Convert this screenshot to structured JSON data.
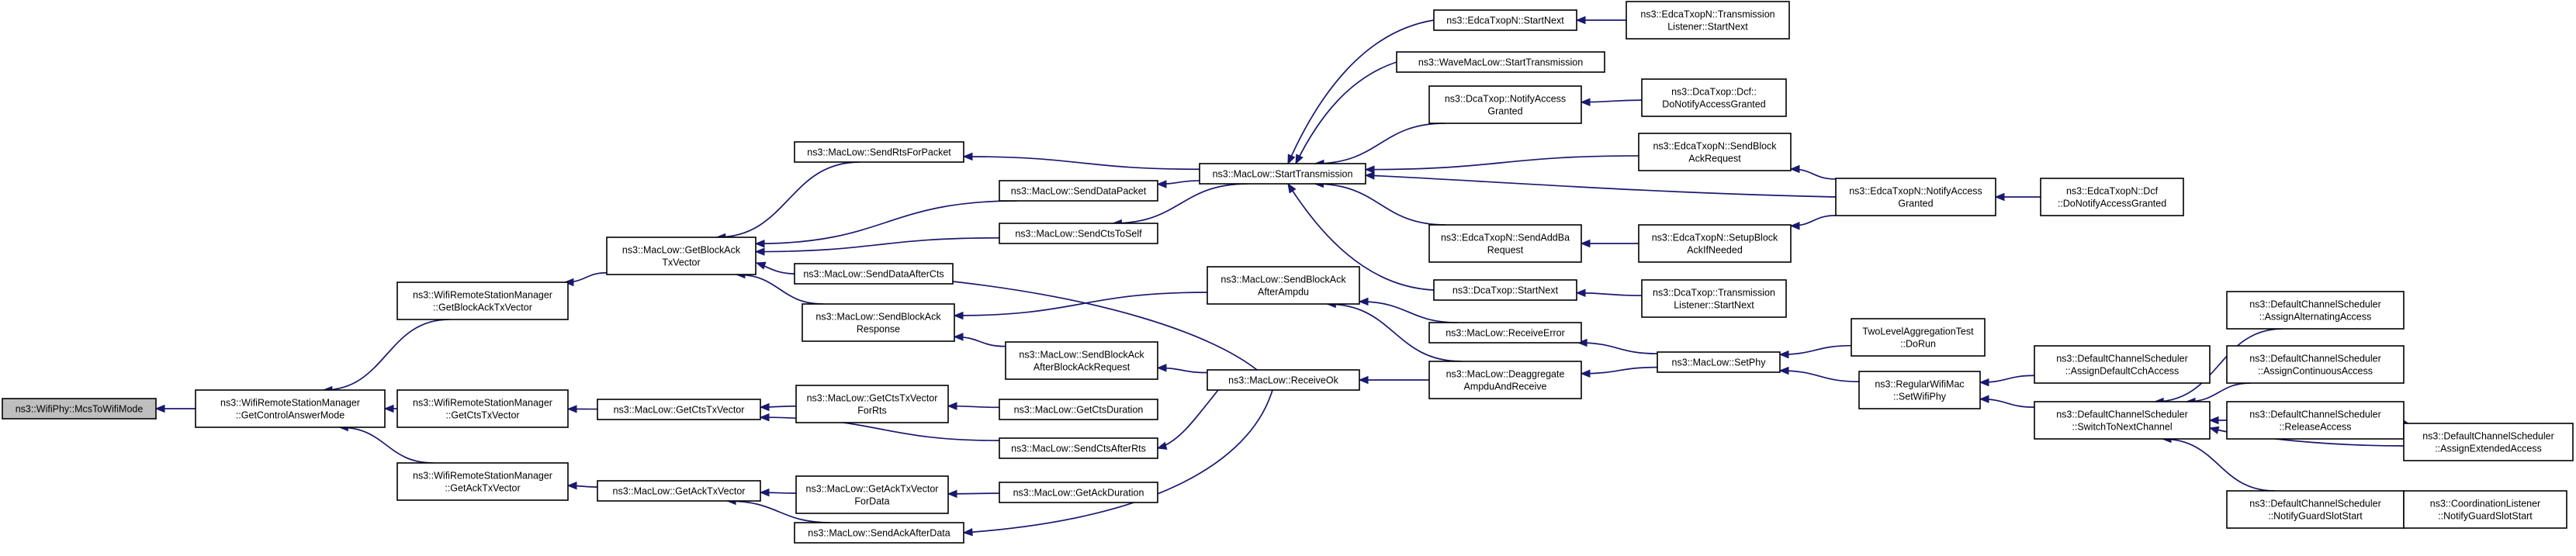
{
  "nodes": [
    {
      "id": "mcs",
      "lines": [
        "ns3::WifiPhy::McsToWifiMode"
      ],
      "root": true
    },
    {
      "id": "getctrl",
      "lines": [
        "ns3::WifiRemoteStationManager",
        "::GetControlAnswerMode"
      ]
    },
    {
      "id": "wrsm_blockack",
      "lines": [
        "ns3::WifiRemoteStationManager",
        "::GetBlockAckTxVector"
      ]
    },
    {
      "id": "wrsm_cts",
      "lines": [
        "ns3::WifiRemoteStationManager",
        "::GetCtsTxVector"
      ]
    },
    {
      "id": "wrsm_ack",
      "lines": [
        "ns3::WifiRemoteStationManager",
        "::GetAckTxVector"
      ]
    },
    {
      "id": "ml_getblockack",
      "lines": [
        "ns3::MacLow::GetBlockAck",
        "TxVector"
      ]
    },
    {
      "id": "ml_getcts",
      "lines": [
        "ns3::MacLow::GetCtsTxVector"
      ]
    },
    {
      "id": "ml_getack",
      "lines": [
        "ns3::MacLow::GetAckTxVector"
      ]
    },
    {
      "id": "ml_sendrts",
      "lines": [
        "ns3::MacLow::SendRtsForPacket"
      ]
    },
    {
      "id": "ml_senddatapacket",
      "lines": [
        "ns3::MacLow::SendDataPacket"
      ]
    },
    {
      "id": "ml_sendcts",
      "lines": [
        "ns3::MacLow::SendCtsToSelf"
      ]
    },
    {
      "id": "ml_senddataaftercts",
      "lines": [
        "ns3::MacLow::SendDataAfterCts"
      ]
    },
    {
      "id": "ml_sendblockackresp",
      "lines": [
        "ns3::MacLow::SendBlockAck",
        "Response"
      ]
    },
    {
      "id": "ml_getctsvecforrts",
      "lines": [
        "ns3::MacLow::GetCtsTxVector",
        "ForRts"
      ]
    },
    {
      "id": "ml_getctsduration",
      "lines": [
        "ns3::MacLow::GetCtsDuration"
      ]
    },
    {
      "id": "ml_sendctsafterrts",
      "lines": [
        "ns3::MacLow::SendCtsAfterRts"
      ]
    },
    {
      "id": "ml_getackvecfordata",
      "lines": [
        "ns3::MacLow::GetAckTxVector",
        "ForData"
      ]
    },
    {
      "id": "ml_getackduration",
      "lines": [
        "ns3::MacLow::GetAckDuration"
      ]
    },
    {
      "id": "ml_sendackafterdata",
      "lines": [
        "ns3::MacLow::SendAckAfterData"
      ]
    },
    {
      "id": "ml_starttx",
      "lines": [
        "ns3::MacLow::StartTransmission"
      ]
    },
    {
      "id": "ml_sendblockackafterampdu",
      "lines": [
        "ns3::MacLow::SendBlockAck",
        "AfterAmpdu"
      ]
    },
    {
      "id": "ml_sendblockackafterreq",
      "lines": [
        "ns3::MacLow::SendBlockAck",
        "AfterBlockAckRequest"
      ]
    },
    {
      "id": "ml_receiveok",
      "lines": [
        "ns3::MacLow::ReceiveOk"
      ]
    },
    {
      "id": "edca_startnext",
      "lines": [
        "ns3::EdcaTxopN::StartNext"
      ]
    },
    {
      "id": "wave_starttx",
      "lines": [
        "ns3::WaveMacLow::StartTransmission"
      ]
    },
    {
      "id": "dca_notifyaccess",
      "lines": [
        "ns3::DcaTxop::NotifyAccess",
        "Granted"
      ]
    },
    {
      "id": "edca_sendaddba",
      "lines": [
        "ns3::EdcaTxopN::SendAddBa",
        "Request"
      ]
    },
    {
      "id": "dca_startnext",
      "lines": [
        "ns3::DcaTxop::StartNext"
      ]
    },
    {
      "id": "ml_receiveerror",
      "lines": [
        "ns3::MacLow::ReceiveError"
      ]
    },
    {
      "id": "ml_deaggregate",
      "lines": [
        "ns3::MacLow::Deaggregate",
        "AmpduAndReceive"
      ]
    },
    {
      "id": "edca_tl_startnext",
      "lines": [
        "ns3::EdcaTxopN::Transmission",
        "Listener::StartNext"
      ]
    },
    {
      "id": "dca_dcf_notify",
      "lines": [
        "ns3::DcaTxop::Dcf::",
        "DoNotifyAccessGranted"
      ]
    },
    {
      "id": "edca_sendblockackreq",
      "lines": [
        "ns3::EdcaTxopN::SendBlock",
        "AckRequest"
      ]
    },
    {
      "id": "edca_setupblockack",
      "lines": [
        "ns3::EdcaTxopN::SetupBlock",
        "AckIfNeeded"
      ]
    },
    {
      "id": "dca_tl_startnext",
      "lines": [
        "ns3::DcaTxop::Transmission",
        "Listener::StartNext"
      ]
    },
    {
      "id": "ml_setphy",
      "lines": [
        "ns3::MacLow::SetPhy"
      ]
    },
    {
      "id": "edca_notifyaccess",
      "lines": [
        "ns3::EdcaTxopN::NotifyAccess",
        "Granted"
      ]
    },
    {
      "id": "edca_dcf_notify",
      "lines": [
        "ns3::EdcaTxopN::Dcf",
        "::DoNotifyAccessGranted"
      ]
    },
    {
      "id": "tlat_dorun",
      "lines": [
        "TwoLevelAggregationTest",
        "::DoRun"
      ]
    },
    {
      "id": "rwm_setwifiphy",
      "lines": [
        "ns3::RegularWifiMac",
        "::SetWifiPhy"
      ]
    },
    {
      "id": "dcs_assigndefault",
      "lines": [
        "ns3::DefaultChannelScheduler",
        "::AssignDefaultCchAccess"
      ]
    },
    {
      "id": "dcs_switchtonext",
      "lines": [
        "ns3::DefaultChannelScheduler",
        "::SwitchToNextChannel"
      ]
    },
    {
      "id": "dcs_assignalt",
      "lines": [
        "ns3::DefaultChannelScheduler",
        "::AssignAlternatingAccess"
      ]
    },
    {
      "id": "dcs_assigncont",
      "lines": [
        "ns3::DefaultChannelScheduler",
        "::AssignContinuousAccess"
      ]
    },
    {
      "id": "dcs_release",
      "lines": [
        "ns3::DefaultChannelScheduler",
        "::ReleaseAccess"
      ]
    },
    {
      "id": "dcs_assignext",
      "lines": [
        "ns3::DefaultChannelScheduler",
        "::AssignExtendedAccess"
      ]
    },
    {
      "id": "dcs_notifyguard",
      "lines": [
        "ns3::DefaultChannelScheduler",
        "::NotifyGuardSlotStart"
      ]
    },
    {
      "id": "cl_notifyguard",
      "lines": [
        "ns3::CoordinationListener",
        "::NotifyGuardSlotStart"
      ]
    }
  ],
  "edges": [
    {
      "from": "getctrl",
      "to": "mcs"
    },
    {
      "from": "wrsm_blockack",
      "to": "getctrl"
    },
    {
      "from": "wrsm_cts",
      "to": "getctrl"
    },
    {
      "from": "wrsm_ack",
      "to": "getctrl"
    },
    {
      "from": "ml_getblockack",
      "to": "wrsm_blockack"
    },
    {
      "from": "ml_getcts",
      "to": "wrsm_cts"
    },
    {
      "from": "ml_getack",
      "to": "wrsm_ack"
    },
    {
      "from": "ml_sendrts",
      "to": "ml_getblockack"
    },
    {
      "from": "ml_senddatapacket",
      "to": "ml_getblockack"
    },
    {
      "from": "ml_sendcts",
      "to": "ml_getblockack"
    },
    {
      "from": "ml_senddataaftercts",
      "to": "ml_getblockack"
    },
    {
      "from": "ml_sendblockackresp",
      "to": "ml_getblockack"
    },
    {
      "from": "ml_getctsvecforrts",
      "to": "ml_getcts"
    },
    {
      "from": "ml_sendctsafterrts",
      "to": "ml_getcts"
    },
    {
      "from": "ml_getackvecfordata",
      "to": "ml_getack"
    },
    {
      "from": "ml_sendackafterdata",
      "to": "ml_getack"
    },
    {
      "from": "ml_getctsduration",
      "to": "ml_getctsvecforrts"
    },
    {
      "from": "ml_getackduration",
      "to": "ml_getackvecfordata"
    },
    {
      "from": "ml_starttx",
      "to": "ml_sendrts"
    },
    {
      "from": "ml_starttx",
      "to": "ml_senddatapacket"
    },
    {
      "from": "ml_starttx",
      "to": "ml_sendcts"
    },
    {
      "from": "ml_receiveok",
      "to": "ml_senddataaftercts"
    },
    {
      "from": "ml_sendblockackafterampdu",
      "to": "ml_sendblockackresp"
    },
    {
      "from": "ml_sendblockackafterreq",
      "to": "ml_sendblockackresp"
    },
    {
      "from": "ml_receiveok",
      "to": "ml_sendblockackafterreq"
    },
    {
      "from": "ml_receiveok",
      "to": "ml_sendctsafterrts"
    },
    {
      "from": "ml_receiveok",
      "to": "ml_sendackafterdata"
    },
    {
      "from": "edca_startnext",
      "to": "ml_starttx"
    },
    {
      "from": "wave_starttx",
      "to": "ml_starttx"
    },
    {
      "from": "dca_notifyaccess",
      "to": "ml_starttx"
    },
    {
      "from": "edca_sendaddba",
      "to": "ml_starttx"
    },
    {
      "from": "dca_startnext",
      "to": "ml_starttx"
    },
    {
      "from": "edca_sendblockackreq",
      "to": "ml_starttx"
    },
    {
      "from": "edca_notifyaccess",
      "to": "ml_starttx"
    },
    {
      "from": "ml_receiveerror",
      "to": "ml_sendblockackafterampdu"
    },
    {
      "from": "ml_deaggregate",
      "to": "ml_sendblockackafterampdu"
    },
    {
      "from": "ml_deaggregate",
      "to": "ml_receiveok"
    },
    {
      "from": "edca_tl_startnext",
      "to": "edca_startnext"
    },
    {
      "from": "dca_dcf_notify",
      "to": "dca_notifyaccess"
    },
    {
      "from": "edca_setupblockack",
      "to": "edca_sendaddba"
    },
    {
      "from": "dca_tl_startnext",
      "to": "dca_startnext"
    },
    {
      "from": "ml_setphy",
      "to": "ml_receiveerror"
    },
    {
      "from": "ml_setphy",
      "to": "ml_deaggregate"
    },
    {
      "from": "edca_notifyaccess",
      "to": "edca_sendblockackreq"
    },
    {
      "from": "edca_notifyaccess",
      "to": "edca_setupblockack"
    },
    {
      "from": "edca_dcf_notify",
      "to": "edca_notifyaccess"
    },
    {
      "from": "tlat_dorun",
      "to": "ml_setphy"
    },
    {
      "from": "rwm_setwifiphy",
      "to": "ml_setphy"
    },
    {
      "from": "dcs_assigndefault",
      "to": "rwm_setwifiphy"
    },
    {
      "from": "dcs_switchtonext",
      "to": "rwm_setwifiphy"
    },
    {
      "from": "dcs_assignalt",
      "to": "dcs_switchtonext"
    },
    {
      "from": "dcs_assigncont",
      "to": "dcs_switchtonext"
    },
    {
      "from": "dcs_release",
      "to": "dcs_switchtonext"
    },
    {
      "from": "dcs_assignext",
      "to": "dcs_switchtonext"
    },
    {
      "from": "dcs_notifyguard",
      "to": "dcs_switchtonext"
    },
    {
      "from": "dcs_assignext",
      "to": "dcs_release"
    },
    {
      "from": "cl_notifyguard",
      "to": "dcs_notifyguard"
    }
  ],
  "colors": {
    "edge": "#191970",
    "root_fill": "#bfbfbf",
    "node_fill": "#ffffff",
    "border": "#000000"
  }
}
